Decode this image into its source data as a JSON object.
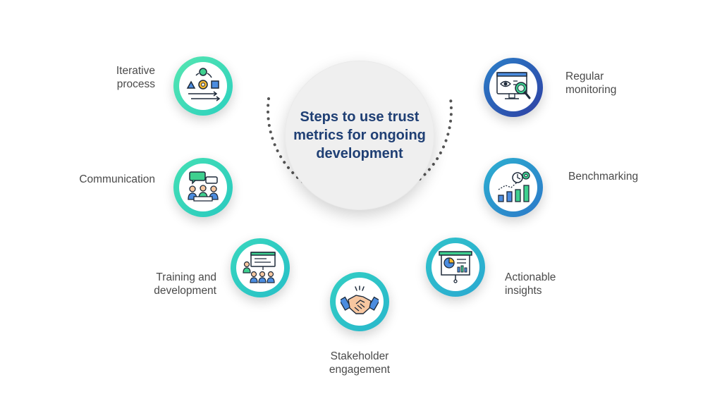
{
  "diagram": {
    "center_title": "Steps to use trust metrics for ongoing development",
    "steps": [
      {
        "label": "Iterative process",
        "icon": "iterative-process-icon",
        "color": "#3fd9b3"
      },
      {
        "label": "Communication",
        "icon": "communication-icon",
        "color": "#2fd1b8"
      },
      {
        "label": "Training and development",
        "icon": "training-icon",
        "color": "#2cc7bf"
      },
      {
        "label": "Stakeholder engagement",
        "icon": "handshake-icon",
        "color": "#2bbdc8"
      },
      {
        "label": "Actionable insights",
        "icon": "presentation-icon",
        "color": "#2ab1cf"
      },
      {
        "label": "Benchmarking",
        "icon": "benchmark-chart-icon",
        "color": "#2b8fd0"
      },
      {
        "label": "Regular monitoring",
        "icon": "monitor-magnifier-icon",
        "color": "#2e5fb7"
      }
    ]
  },
  "colors": {
    "title": "#1f3f74",
    "label": "#4a4a4a",
    "dots": "#555555"
  }
}
